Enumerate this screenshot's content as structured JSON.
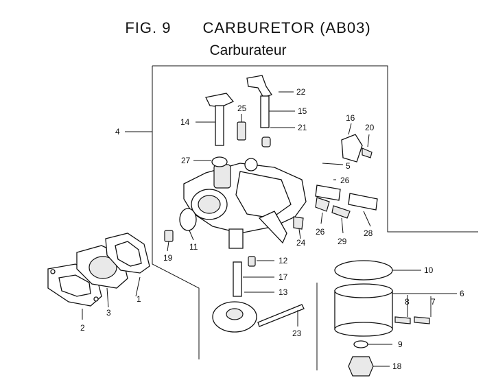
{
  "header": {
    "fig_label": "FIG.",
    "fig_number": "9",
    "title": "CARBURETOR (AB03)",
    "subtitle": "Carburateur"
  },
  "callouts": {
    "c1": "1",
    "c2": "2",
    "c3": "3",
    "c4": "4",
    "c5": "5",
    "c6": "6",
    "c7": "7",
    "c8": "8",
    "c9": "9",
    "c10": "10",
    "c11": "11",
    "c12": "12",
    "c13": "13",
    "c14": "14",
    "c15": "15",
    "c16": "16",
    "c17": "17",
    "c18": "18",
    "c19": "19",
    "c20": "20",
    "c21": "21",
    "c22": "22",
    "c23": "23",
    "c24": "24",
    "c25": "25",
    "c26a": "26",
    "c26b": "26",
    "c27": "27",
    "c28": "28",
    "c29": "29"
  }
}
